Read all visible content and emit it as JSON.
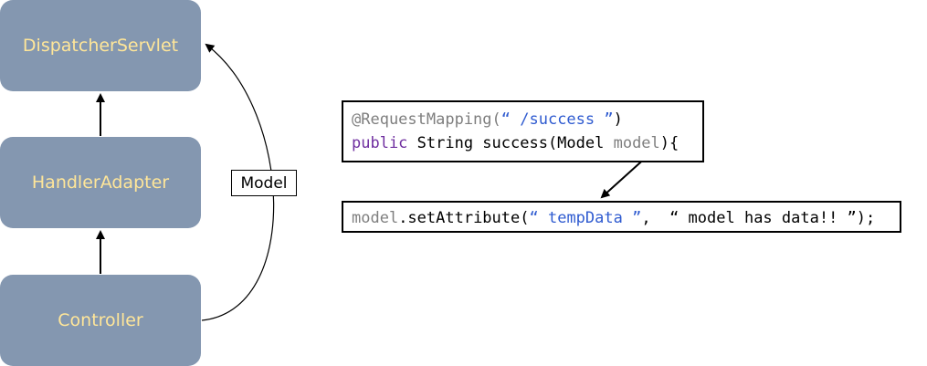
{
  "nodes": {
    "dispatcher": "DispatcherServlet",
    "adapter": "HandlerAdapter",
    "controller": "Controller"
  },
  "edge_label": "Model",
  "code": {
    "line1": {
      "annotation": "@RequestMapping(",
      "open_quote": "“",
      "path": " /success ",
      "close_quote": "”",
      "close_paren": ")"
    },
    "line2": {
      "keyword": "public",
      "signature": " String success(Model ",
      "param": "model",
      "end": "){"
    },
    "line3": {
      "object": "model",
      "method": ".setAttribute(",
      "q1": "“",
      "key": " tempData ",
      "q2": "”",
      "sep": ",  ",
      "q3": "“",
      "value": " model has data!! ",
      "q4": "”",
      "end": ");"
    }
  },
  "colors": {
    "node_fill": "#8497b0",
    "node_text": "#ffe699",
    "code_gray": "#7f7f7f",
    "code_blue": "#2f5bd0",
    "code_purple": "#7030a0"
  }
}
